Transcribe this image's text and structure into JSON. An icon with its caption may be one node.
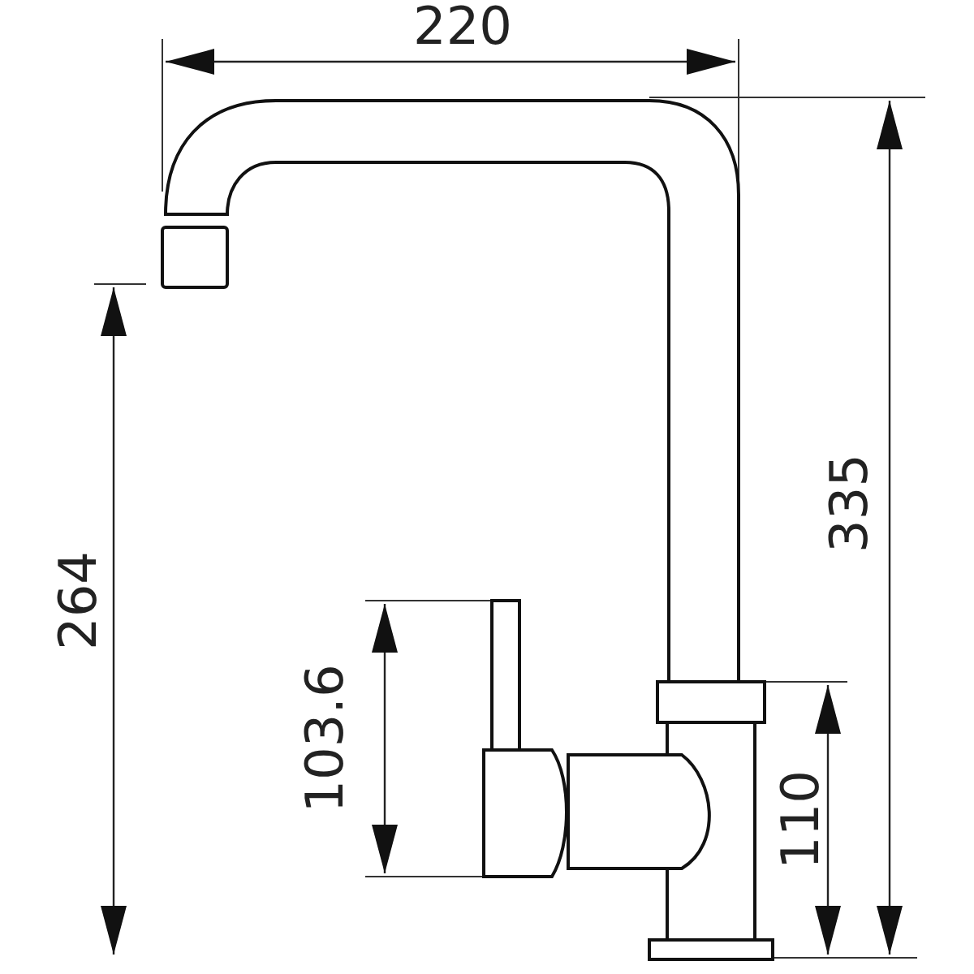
{
  "diagram": {
    "labels": [
      "220",
      "264",
      "103.6",
      "335",
      "110"
    ]
  }
}
